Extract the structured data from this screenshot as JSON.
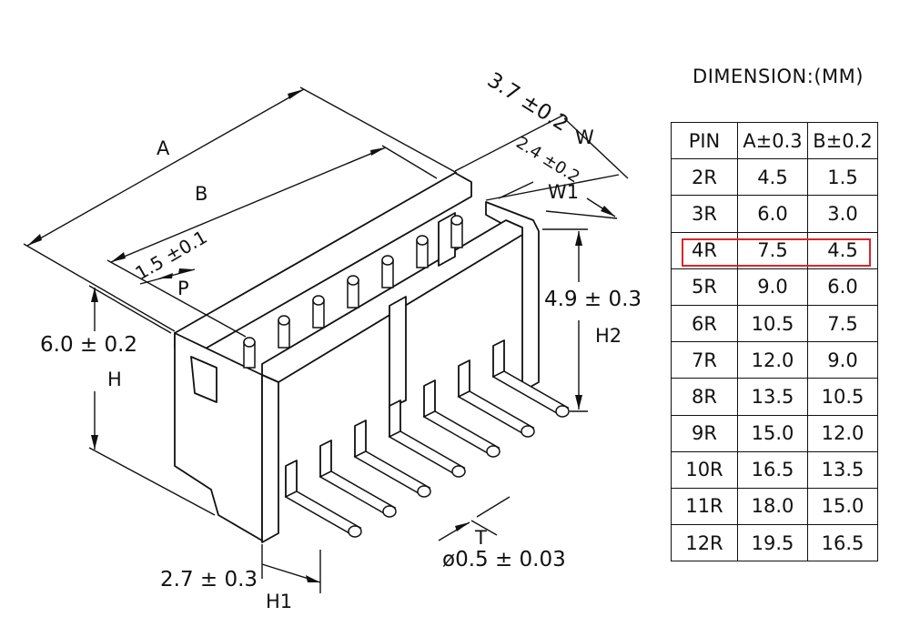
{
  "drawing": {
    "dimensions": {
      "a": "A",
      "b": "B",
      "pitch": "1.5 ±0.1",
      "p": "P",
      "width": "3.7 ±0.2",
      "w": "W",
      "w1_value": "2.4 ±0.2",
      "w1": "W1",
      "h2_value": "4.9 ± 0.3",
      "h2": "H2",
      "h_value": "6.0 ± 0.2",
      "h": "H",
      "h1_value": "2.7 ± 0.3",
      "h1": "H1",
      "t": "T",
      "pin_diameter": "ø0.5 ± 0.03"
    }
  },
  "table": {
    "title": "DIMENSION:(MM)",
    "headers": [
      "PIN",
      "A±0.3",
      "B±0.2"
    ],
    "rows": [
      [
        "2R",
        "4.5",
        "1.5"
      ],
      [
        "3R",
        "6.0",
        "3.0"
      ],
      [
        "4R",
        "7.5",
        "4.5"
      ],
      [
        "5R",
        "9.0",
        "6.0"
      ],
      [
        "6R",
        "10.5",
        "7.5"
      ],
      [
        "7R",
        "12.0",
        "9.0"
      ],
      [
        "8R",
        "13.5",
        "10.5"
      ],
      [
        "9R",
        "15.0",
        "12.0"
      ],
      [
        "10R",
        "16.5",
        "13.5"
      ],
      [
        "11R",
        "18.0",
        "15.0"
      ],
      [
        "12R",
        "19.5",
        "16.5"
      ]
    ],
    "highlighted_row": "4R",
    "highlight_color": "#d9262a"
  }
}
